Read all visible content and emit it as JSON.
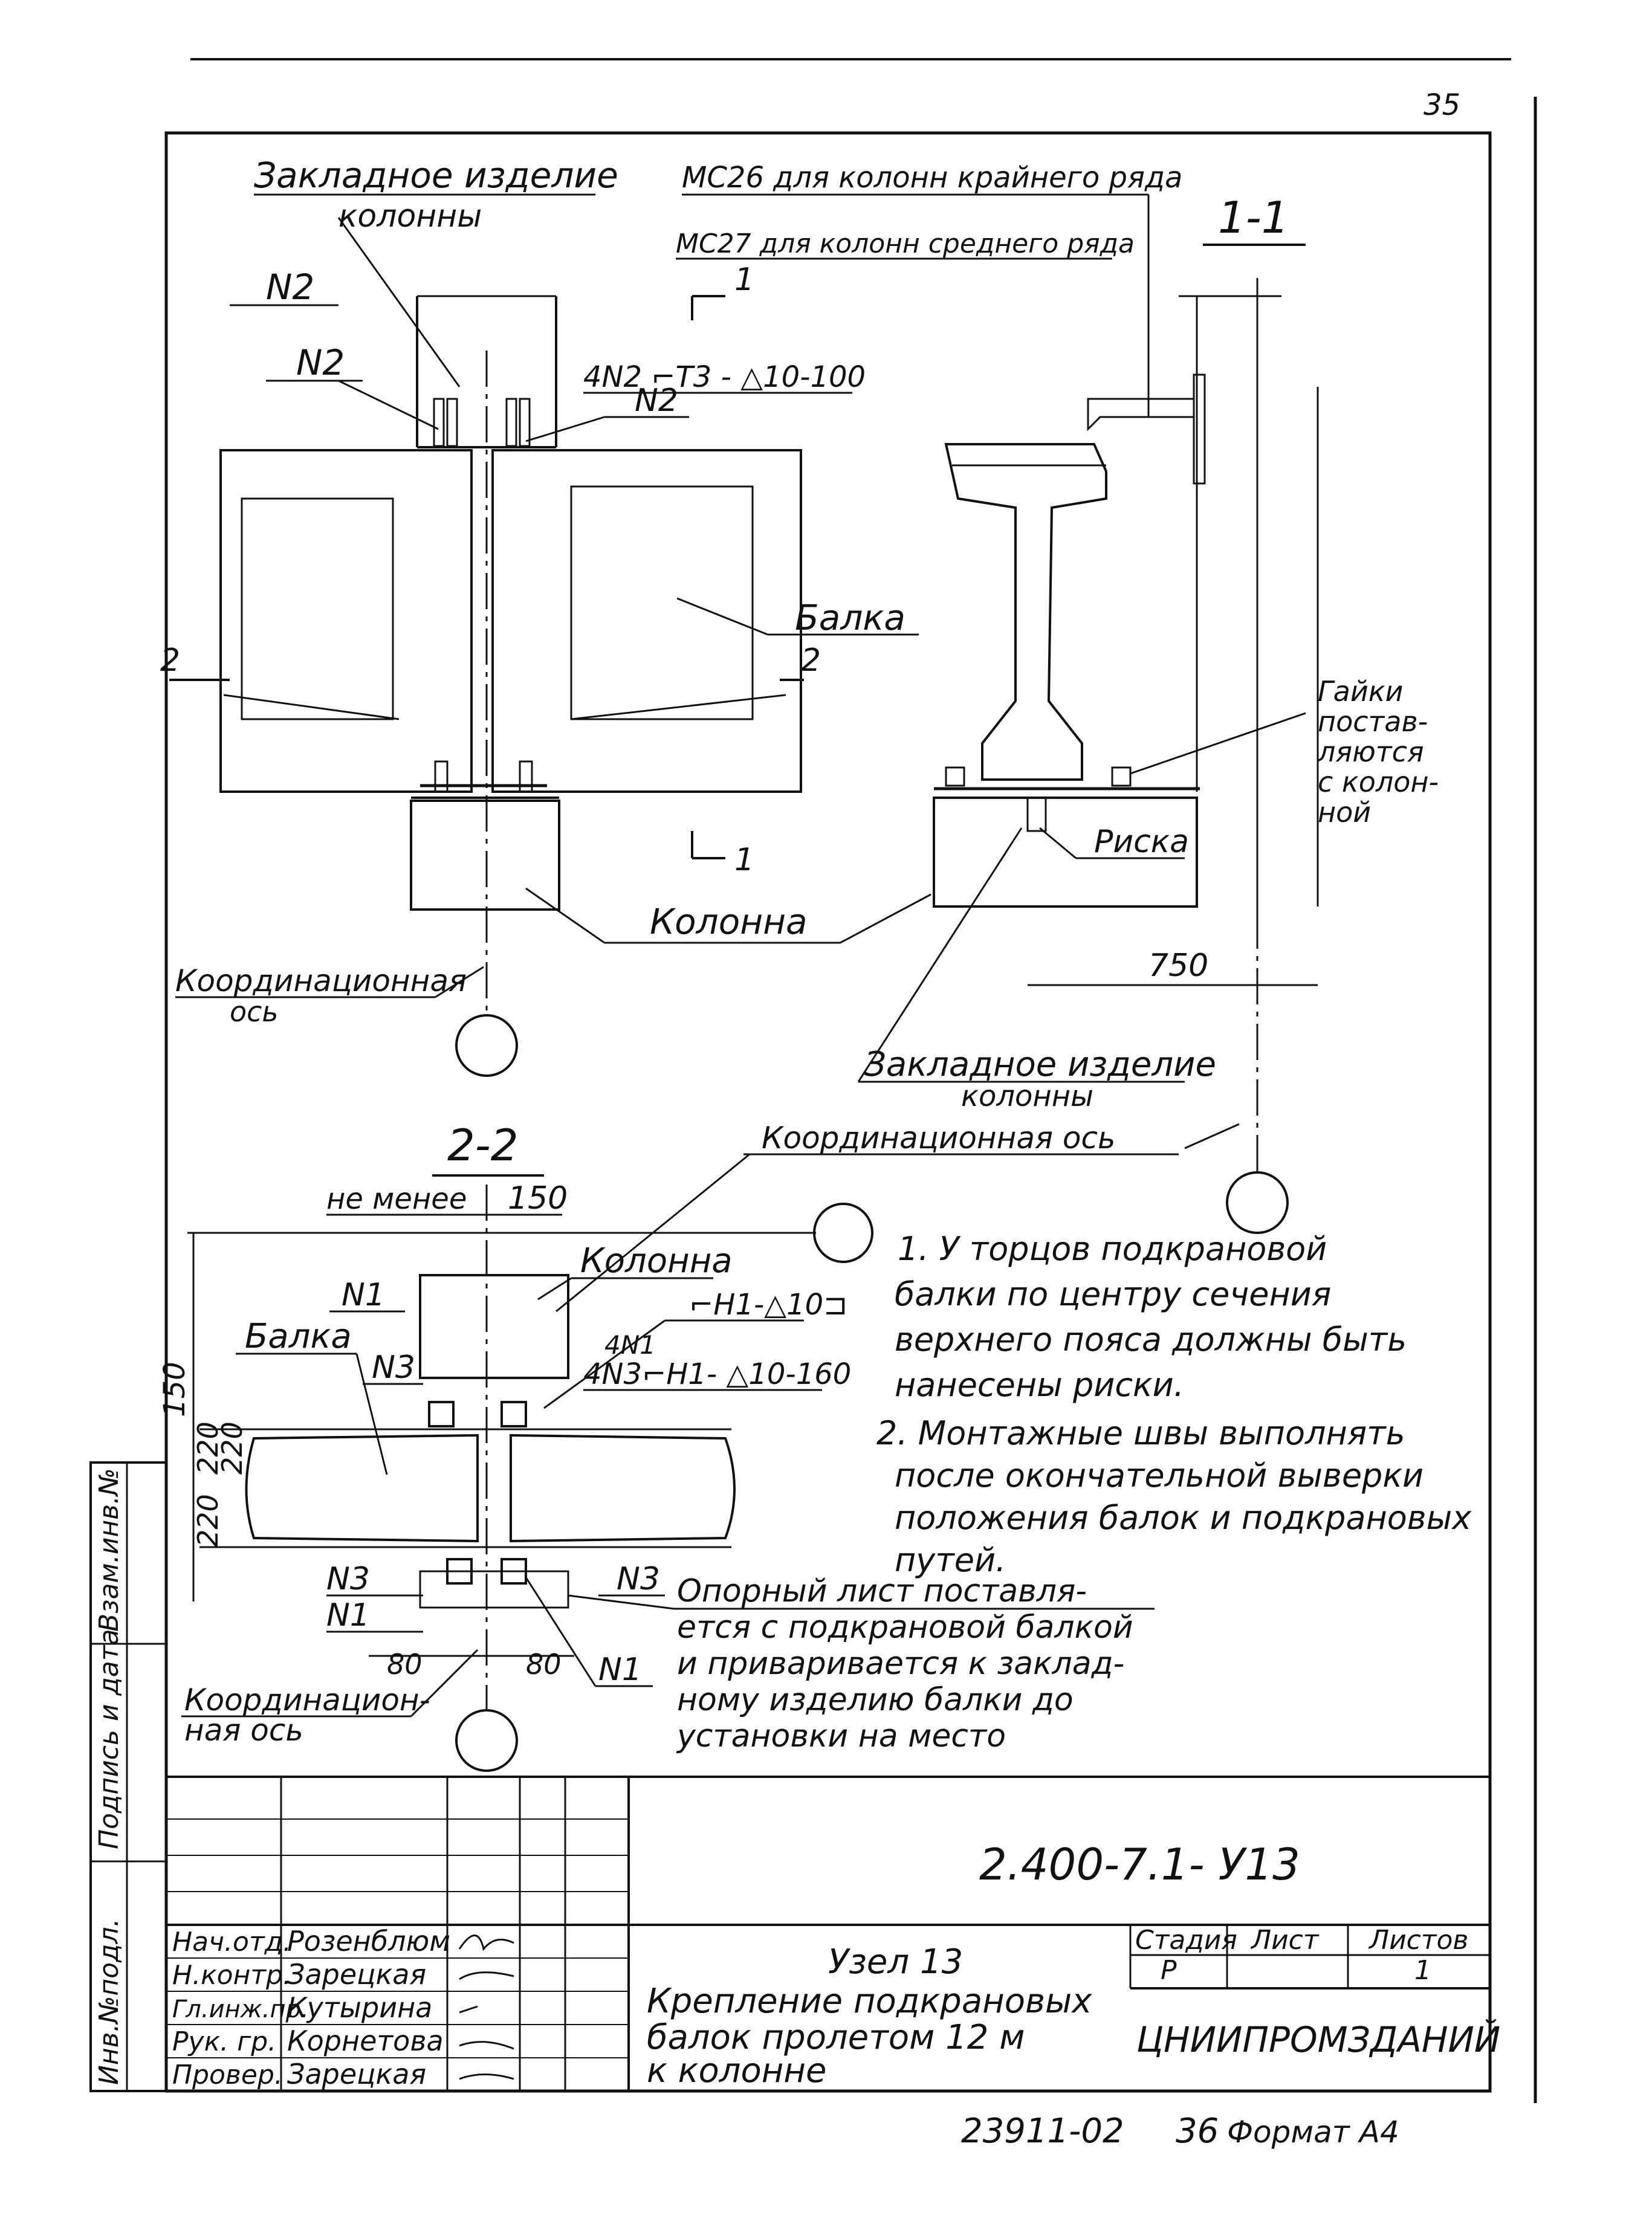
{
  "page_number": "35",
  "view_main": {
    "embedded_part_label": [
      "Закладное изделие",
      "колонны"
    ],
    "mc26_label": "МС26 для колонн крайнего ряда",
    "mc27_label": "МС27 для колонн среднего ряда",
    "n2_a": "N2",
    "n2_b": "N2",
    "n2_c": "N2",
    "weld_label": "4N2 ⌐Т3 - △10-100",
    "cut_1_top": "1",
    "cut_1_bottom": "1",
    "cut_2_left": "2",
    "cut_2_right": "2",
    "beam_label": "Балка",
    "column_label": "Колонна",
    "coord_axis_label": [
      "Координационная",
      "ось"
    ]
  },
  "section_1_1": {
    "title": "1-1",
    "nuts_label": [
      "Гайки",
      "постав-",
      "ляются",
      "с колон-",
      "ной"
    ],
    "mark_label": "Риска",
    "dimension": "750",
    "embedded_part_label": [
      "Закладное изделие",
      "колонны"
    ],
    "coord_axis_label": "Координационная ось"
  },
  "section_2_2": {
    "title": "2-2",
    "min_label": "не менее",
    "min_value": "150",
    "column_label": "Колонна",
    "beam_label": "Балка",
    "n1_top": "N1",
    "n3_top": "N3",
    "weld_1": "⌐Н1-△10⊐",
    "weld_2_prefix": "4N1",
    "weld_2": "4N3⌐Н1- △10-160",
    "dim_150": "150",
    "dim_220_a": "220",
    "dim_220_b": "220",
    "dim_220_c": "220",
    "n3_bottom_left": "N3",
    "n1_bottom_left": "N1",
    "n3_bottom_right": "N3",
    "n1_bottom_right": "N1",
    "dim_80_left": "80",
    "dim_80_right": "80",
    "support_sheet_note": [
      "Опорный лист поставля-",
      "ется с подкрановой балкой",
      "и приваривается к заклад-",
      "ному изделию балки до",
      "установки на место"
    ],
    "coord_axis_label": [
      "Координацион-",
      "ная ось"
    ]
  },
  "notes": [
    [
      "1. У торцов подкрановой",
      "балки по центру сечения",
      "верхнего пояса должны быть",
      "нанесены риски."
    ],
    [
      "2. Монтажные швы выполнять",
      "после окончательной выверки",
      "положения балок и подкрановых",
      "путей."
    ]
  ],
  "title_block": {
    "code": "2.400-7.1- У13",
    "rows": [
      {
        "role": "Нач.отд.",
        "name": "Розенблюм"
      },
      {
        "role": "Н.контр.",
        "name": "Зарецкая"
      },
      {
        "role": "Гл.инж.пр.",
        "name": "Кутырина"
      },
      {
        "role": "Рук. гр.",
        "name": "Корнетова"
      },
      {
        "role": "Провер.",
        "name": "Зарецкая"
      }
    ],
    "drawing_title": [
      "Узел 13",
      "Крепление подкрановых",
      "балок пролетом 12 м",
      "к колонне"
    ],
    "stage_header": "Стадия",
    "sheet_header": "Лист",
    "sheets_header": "Листов",
    "stage_value": "Р",
    "sheets_value": "1",
    "organization": "ЦНИИПРОМЗДАНИЙ"
  },
  "side_stamp": {
    "inv_no": "Инв.№подл.",
    "sign_date": "Подпись и дата",
    "replace_inv": "Взам.инв.№"
  },
  "footer": {
    "archive_no": "23911-02",
    "sheet_no": "36",
    "format_label": "Формат А4"
  }
}
